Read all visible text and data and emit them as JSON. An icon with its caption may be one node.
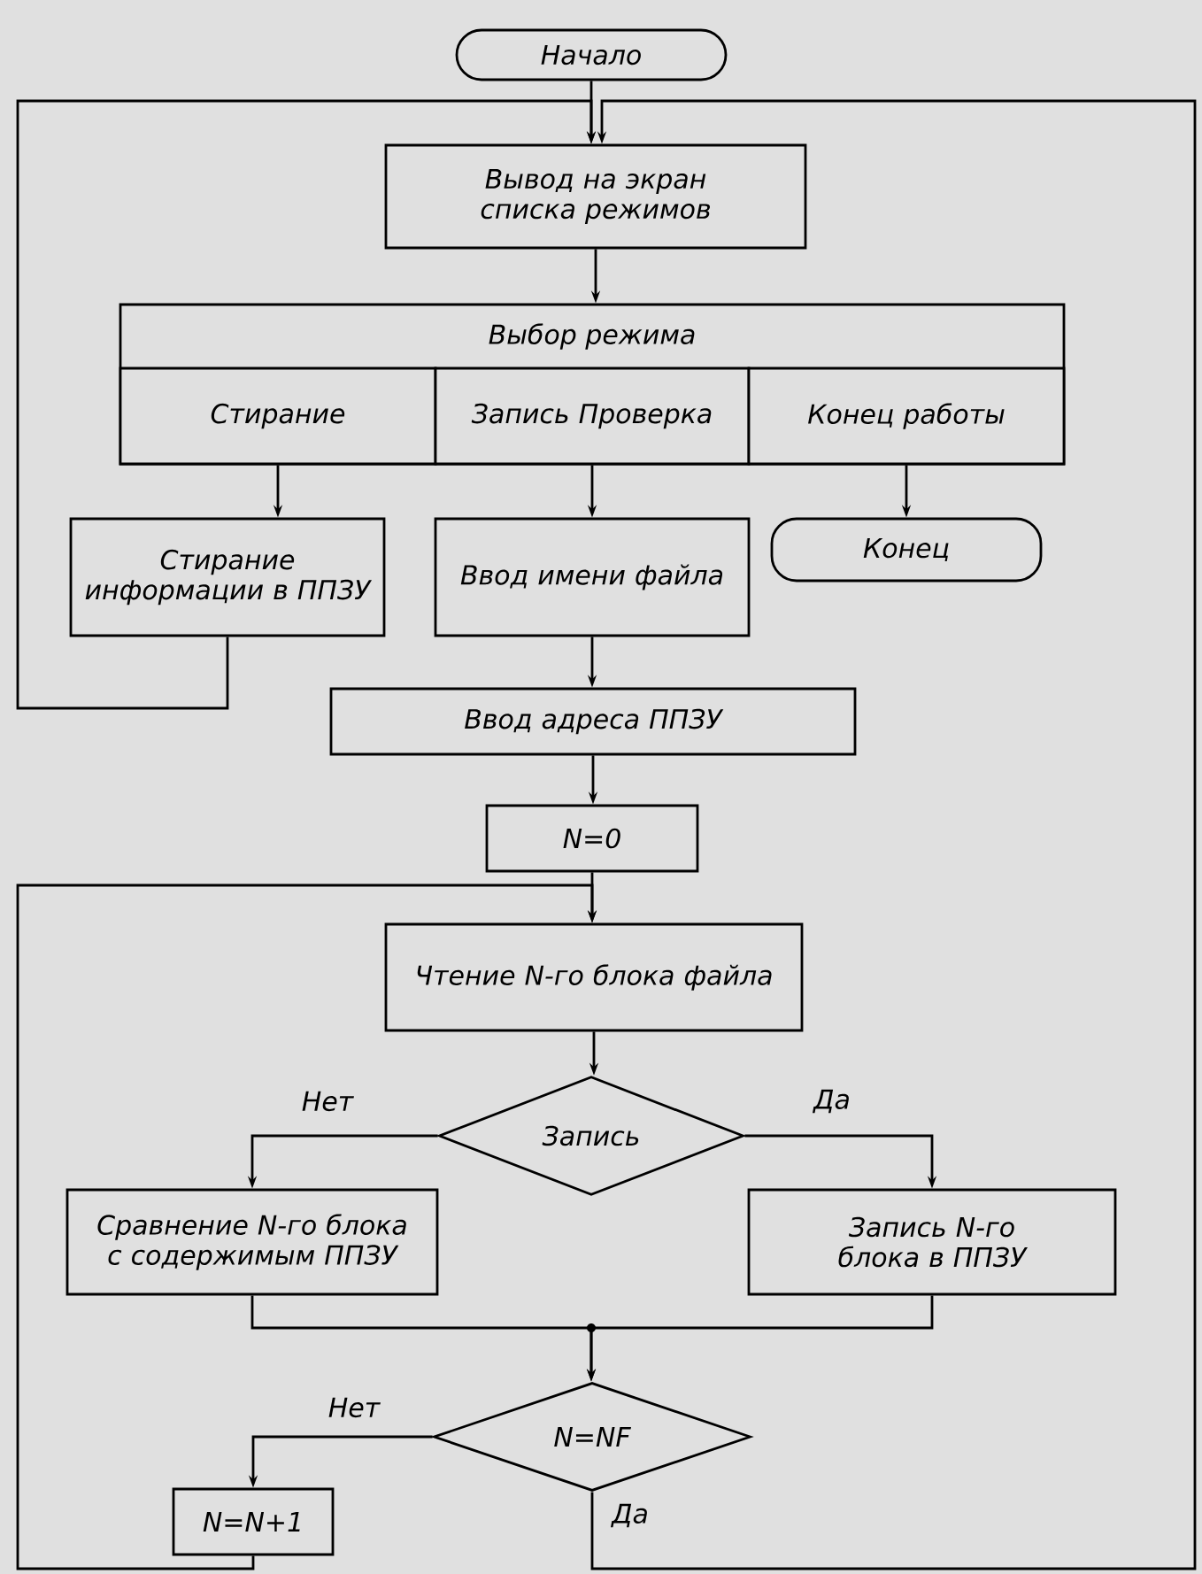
{
  "diagram": {
    "nodes": [
      {
        "text": [
          "Начало"
        ]
      },
      {
        "text": [
          "Вывод на экран списка режимов"
        ]
      },
      {
        "text": [
          "Выбор режима"
        ]
      },
      {
        "text": [
          "Стирание"
        ],
        "in": 2
      },
      {
        "text": [
          "Запись Проверка"
        ],
        "in": 2
      },
      {
        "text": [
          "Конец работы"
        ],
        "in": 2
      },
      {
        "text": [
          "Стирание информации в ППЗУ"
        ]
      },
      {
        "text": [
          "Ввод имени файла"
        ]
      },
      {
        "text": [
          "Конец"
        ]
      },
      {
        "text": [
          "Ввод адреса ППЗУ"
        ]
      },
      {
        "text": [
          "N=0"
        ]
      },
      {
        "text": [
          "Чтение N-го блока файла"
        ]
      },
      {
        "text": [
          "Запись"
        ]
      },
      {
        "text": [
          "Сравнение N-го блока с содержимым ППЗУ"
        ]
      },
      {
        "text": [
          "Запись N-го блока в ППЗУ"
        ]
      },
      {
        "text": [
          "N=NF"
        ]
      },
      {
        "text": [
          "N=N+1"
        ]
      }
    ],
    "edges": [
      {
        "from": 0,
        "to": 1,
        "arrow": "to"
      },
      {
        "from": 1,
        "to": 2,
        "arrow": "to"
      },
      {
        "from": 3,
        "to": 6,
        "arrow": "to"
      },
      {
        "from": 4,
        "to": 7,
        "arrow": "to"
      },
      {
        "from": 5,
        "to": 8,
        "arrow": "to"
      },
      {
        "from": 6,
        "to": 1,
        "arrow": "to"
      },
      {
        "from": 7,
        "to": 9,
        "arrow": "to"
      },
      {
        "from": 9,
        "to": 10,
        "arrow": "to"
      },
      {
        "from": 10,
        "to": 11,
        "arrow": "to"
      },
      {
        "from": 11,
        "to": 12,
        "arrow": "to"
      },
      {
        "from": 12,
        "to": 13,
        "arrow": "to",
        "label": "Нет"
      },
      {
        "from": 12,
        "to": 14,
        "arrow": "to",
        "label": "Да"
      },
      {
        "from": 13,
        "to": 15,
        "arrow": "to"
      },
      {
        "from": 14,
        "to": 15,
        "arrow": "to"
      },
      {
        "from": 15,
        "to": 16,
        "arrow": "to",
        "label": "Нет"
      },
      {
        "from": 15,
        "to": 1,
        "arrow": "to",
        "label": "Да"
      },
      {
        "from": 16,
        "to": 11,
        "arrow": "to"
      }
    ]
  }
}
